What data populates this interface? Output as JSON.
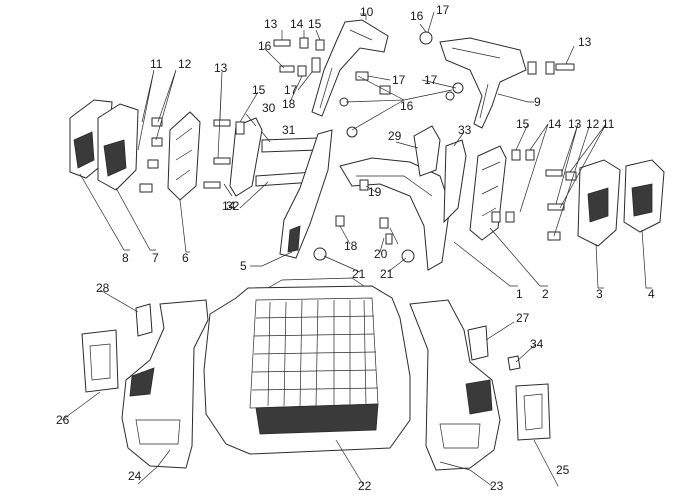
{
  "callouts": [
    "1",
    "2",
    "3",
    "4",
    "5",
    "6",
    "7",
    "8",
    "9",
    "10",
    "11",
    "11",
    "12",
    "12",
    "13",
    "13",
    "13",
    "13",
    "14",
    "14",
    "14",
    "15",
    "15",
    "15",
    "16",
    "16",
    "16",
    "17",
    "17",
    "17",
    "17",
    "18",
    "18",
    "19",
    "20",
    "21",
    "21",
    "22",
    "23",
    "24",
    "25",
    "26",
    "27",
    "28",
    "29",
    "30",
    "31",
    "32",
    "33",
    "34"
  ],
  "colors": {
    "line": "#2a2a2a",
    "text": "#1a1a1a",
    "background": "#ffffff"
  }
}
